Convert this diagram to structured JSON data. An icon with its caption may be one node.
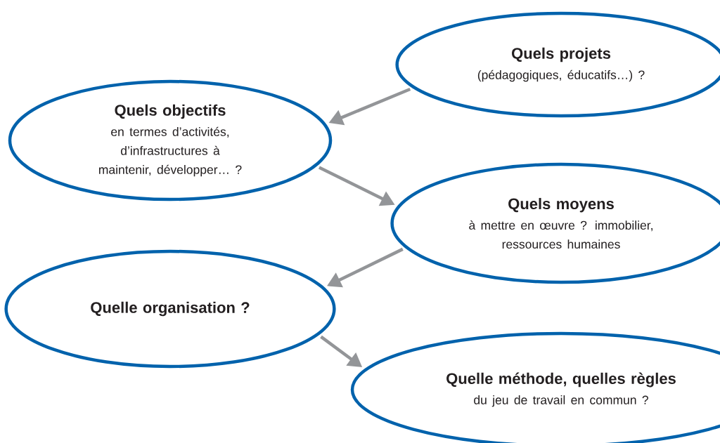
{
  "diagram": {
    "nodes": [
      {
        "text": [
          "Quels projets",
          "(pédagogiques, éducatifs…) ?"
        ]
      },
      {
        "text": [
          "Quels objectifs",
          "en termes d’activités, d’infrastructures à maintenir, développer… ?"
        ]
      },
      {
        "text": [
          "Quels moyens",
          "à mettre en œuvre ? immobilier, ressources humaines"
        ]
      },
      {
        "text": [
          "Quelle organisation ?"
        ]
      },
      {
        "text": [
          "Quelle méthode, quelles règles",
          "du jeu de travail en commun ?"
        ]
      }
    ],
    "edges": [
      {
        "from": 0,
        "to": 1,
        "arrow": "to"
      },
      {
        "from": 1,
        "to": 2,
        "arrow": "to"
      },
      {
        "from": 2,
        "to": 3,
        "arrow": "to"
      },
      {
        "from": 3,
        "to": 4,
        "arrow": "to"
      }
    ]
  }
}
